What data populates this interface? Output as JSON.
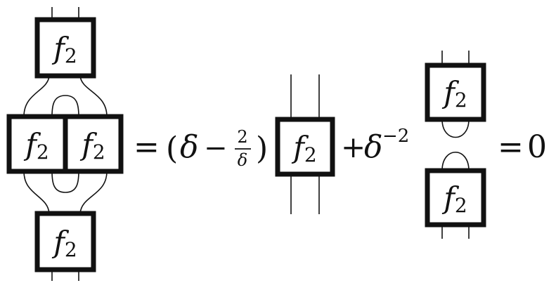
{
  "equation": {
    "box_label_main": "f",
    "box_label_sub": "2",
    "equals_1": "=",
    "coef_open_paren": "(",
    "coef_delta": "δ",
    "coef_minus": "−",
    "coef_frac_num": "2",
    "coef_frac_den": "δ",
    "coef_close_paren": ")",
    "plus": "+",
    "delta": "δ",
    "delta_exponent": "−2",
    "equals_2": "=",
    "result": "0"
  }
}
